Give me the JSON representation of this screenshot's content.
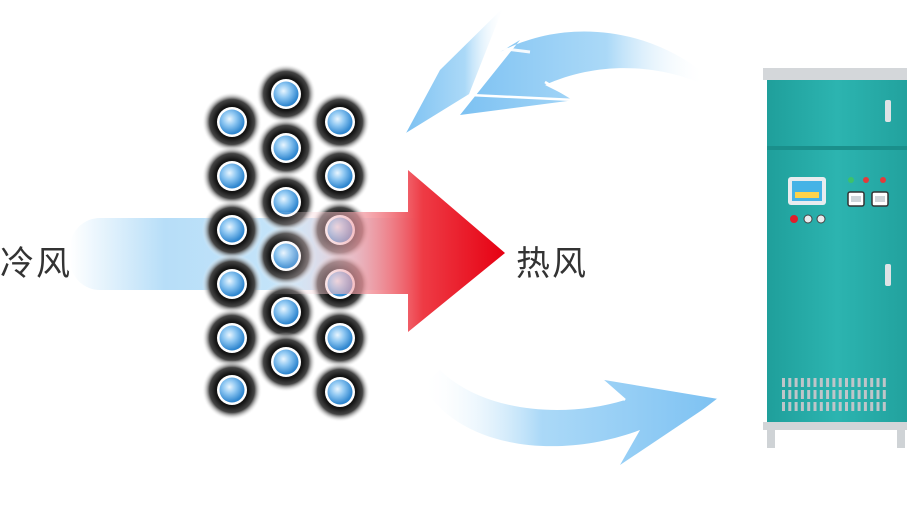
{
  "labels": {
    "cold_air": "冷风",
    "hot_air": "热风"
  },
  "colors": {
    "hot_arrow": "#e8101c",
    "cold_flow": "#8cc8f4",
    "return_arrow": "#8ecdf7",
    "cabinet_body": "#27aeaa",
    "cabinet_top": "#d9dcde",
    "tube_dark": "#1c1c1c",
    "tube_core": "#4a9fe0"
  },
  "tube_count": 18,
  "cabinet": {
    "indicator_lights": [
      "green",
      "red",
      "red"
    ],
    "gauges": 2
  }
}
